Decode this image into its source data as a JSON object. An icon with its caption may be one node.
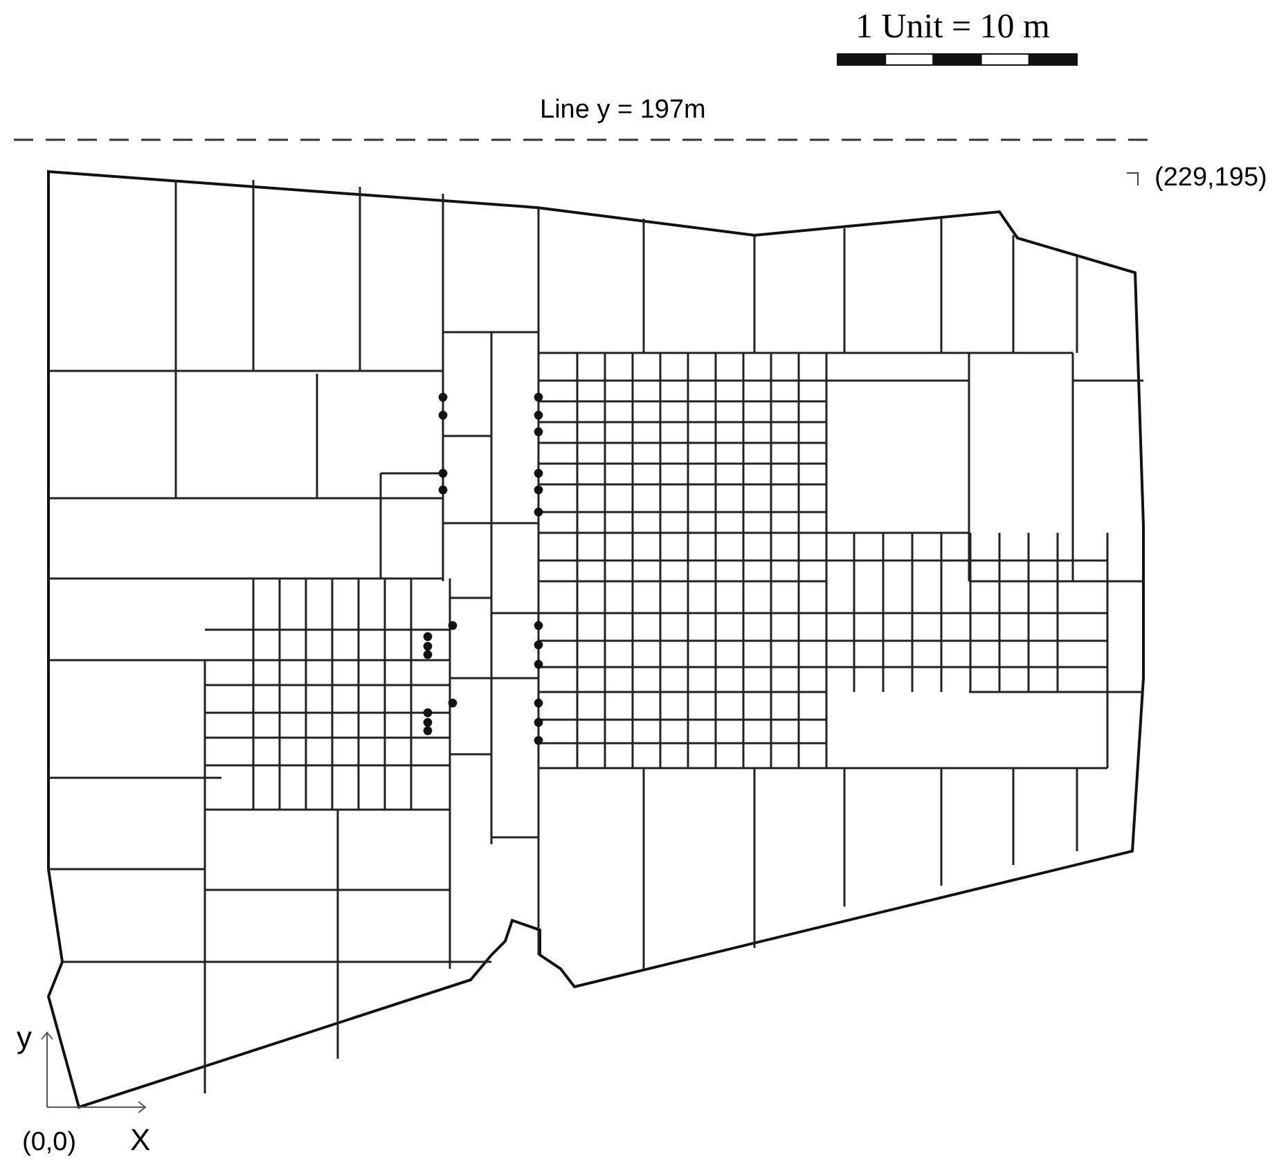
{
  "diagram": {
    "labels": [
      "1 Unit = 10 m",
      "Line y = 197m",
      "(229,195)",
      "y",
      "(0,0)",
      "X"
    ]
  }
}
